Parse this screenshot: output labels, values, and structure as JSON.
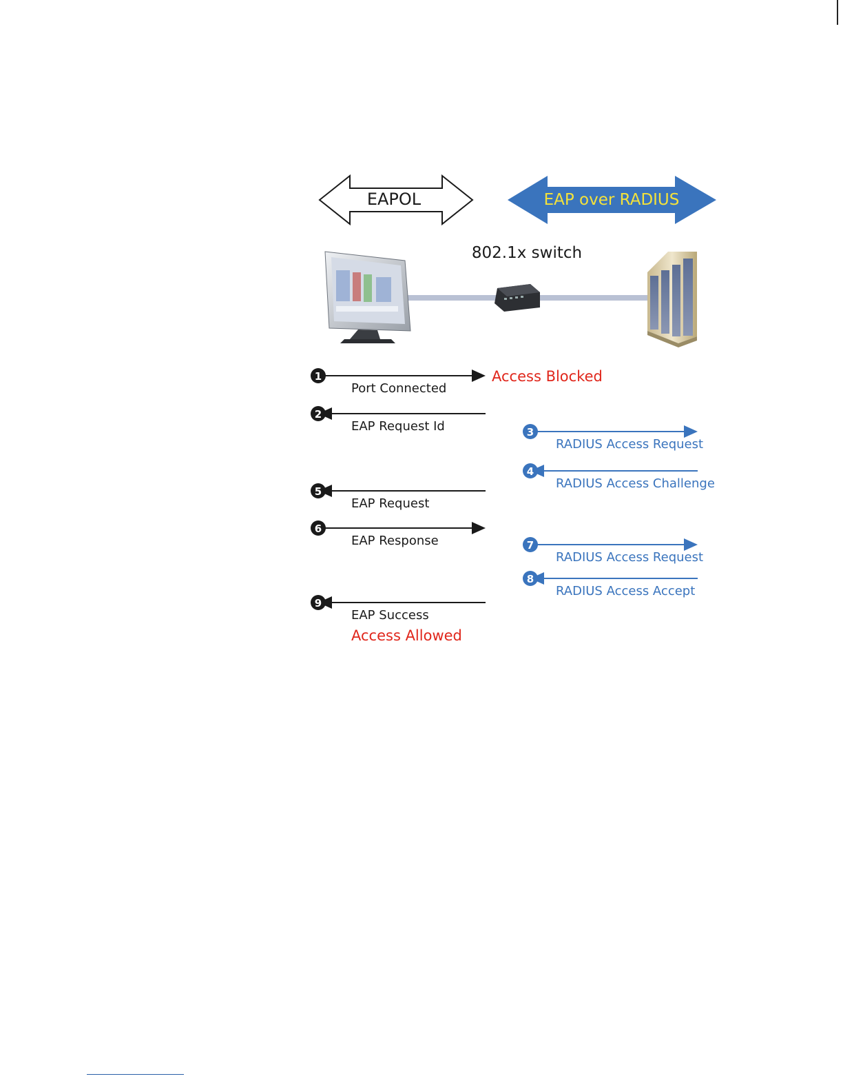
{
  "colors": {
    "black": "#1a1a1a",
    "blue": "#3a74bd",
    "red": "#e0261b",
    "yellow": "#f4e23a",
    "cable": "#b9c1d4"
  },
  "header": {
    "eapol_label": "EAPOL",
    "radius_label": "EAP over RADIUS",
    "switch_label": "802.1x switch"
  },
  "devices": {
    "client_icon": "monitor-icon",
    "switch_icon": "network-switch-icon",
    "server_icon": "server-rack-icon"
  },
  "steps": [
    {
      "num": "1",
      "label": "Port Connected",
      "side": "left",
      "dir": "right"
    },
    {
      "num": "2",
      "label": "EAP Request Id",
      "side": "left",
      "dir": "left"
    },
    {
      "num": "3",
      "label": "RADIUS Access Request",
      "side": "right",
      "dir": "right"
    },
    {
      "num": "4",
      "label": "RADIUS Access Challenge",
      "side": "right",
      "dir": "left"
    },
    {
      "num": "5",
      "label": "EAP Request",
      "side": "left",
      "dir": "left"
    },
    {
      "num": "6",
      "label": "EAP Response",
      "side": "left",
      "dir": "right"
    },
    {
      "num": "7",
      "label": "RADIUS Access Request",
      "side": "right",
      "dir": "right"
    },
    {
      "num": "8",
      "label": "RADIUS Access Accept",
      "side": "right",
      "dir": "left"
    },
    {
      "num": "9",
      "label": "EAP Success",
      "side": "left",
      "dir": "left"
    }
  ],
  "status": {
    "blocked": "Access Blocked",
    "allowed": "Access Allowed"
  }
}
